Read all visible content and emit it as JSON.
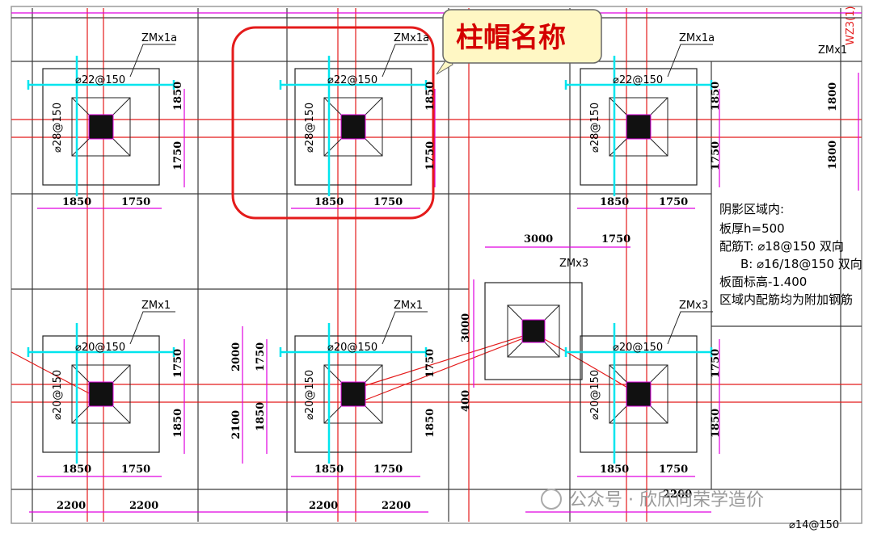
{
  "callout": {
    "text": "柱帽名称"
  },
  "notes": {
    "line1": "阴影区域内:",
    "line2": "板厚h=500",
    "line3": "配筋T: ⌀18@150 双向",
    "line4": "B: ⌀16/18@150 双向",
    "line5": "板面标高-1.400",
    "line6": "区域内配筋均为附加钢筋"
  },
  "watermark": {
    "text": "公众号 · 欣欣向荣学造价"
  },
  "edge_label": "WZ3(1)",
  "bottom_edge_label": "⌀14@150",
  "caps": [
    {
      "name": "ZMx1a",
      "rebar_top": "⌀22@150",
      "rebar_side": "⌀28@150",
      "dim_left": "1850",
      "dim_right": "1750",
      "dim_up": "1850",
      "dim_down": "1750"
    },
    {
      "name": "ZMx1a",
      "rebar_top": "⌀22@150",
      "rebar_side": "⌀28@150",
      "dim_left": "1850",
      "dim_right": "1750",
      "dim_up": "1850",
      "dim_down": "1750"
    },
    {
      "name": "ZMx1a",
      "rebar_top": "⌀22@150",
      "rebar_side": "⌀28@150",
      "dim_left": "1850",
      "dim_right": "1750",
      "dim_up": "1850",
      "dim_down": "1750"
    },
    {
      "name": "ZMx1",
      "rebar_top": "⌀20@150",
      "rebar_side": "⌀20@150",
      "dim_left": "1850",
      "dim_right": "1750",
      "dim_up": "1750",
      "dim_down": "1850"
    },
    {
      "name": "ZMx1",
      "rebar_top": "⌀20@150",
      "rebar_side": "⌀20@150",
      "dim_left": "1850",
      "dim_right": "1750",
      "dim_up": "1750",
      "dim_down": "1850"
    },
    {
      "name": "ZMx3",
      "rebar_top": "⌀20@150",
      "rebar_side": "⌀20@150",
      "dim_left": "1850",
      "dim_right": "1750",
      "dim_up": "1750",
      "dim_down": "1850"
    }
  ],
  "zmx3_upper": {
    "name": "ZMx3",
    "dim_top_left": "3000",
    "dim_top_right": "1750",
    "dim_side": "3000",
    "dim_small": "400"
  },
  "right_cap": {
    "name": "ZMx1",
    "dim_up": "1800",
    "dim_down": "1800"
  },
  "mid_dims": {
    "upper": "2000",
    "lower": "2100",
    "inner_upper": "1750",
    "inner_lower": "1850"
  },
  "bottom_dims": [
    "2200",
    "2200",
    "2200",
    "2200",
    "2200"
  ]
}
